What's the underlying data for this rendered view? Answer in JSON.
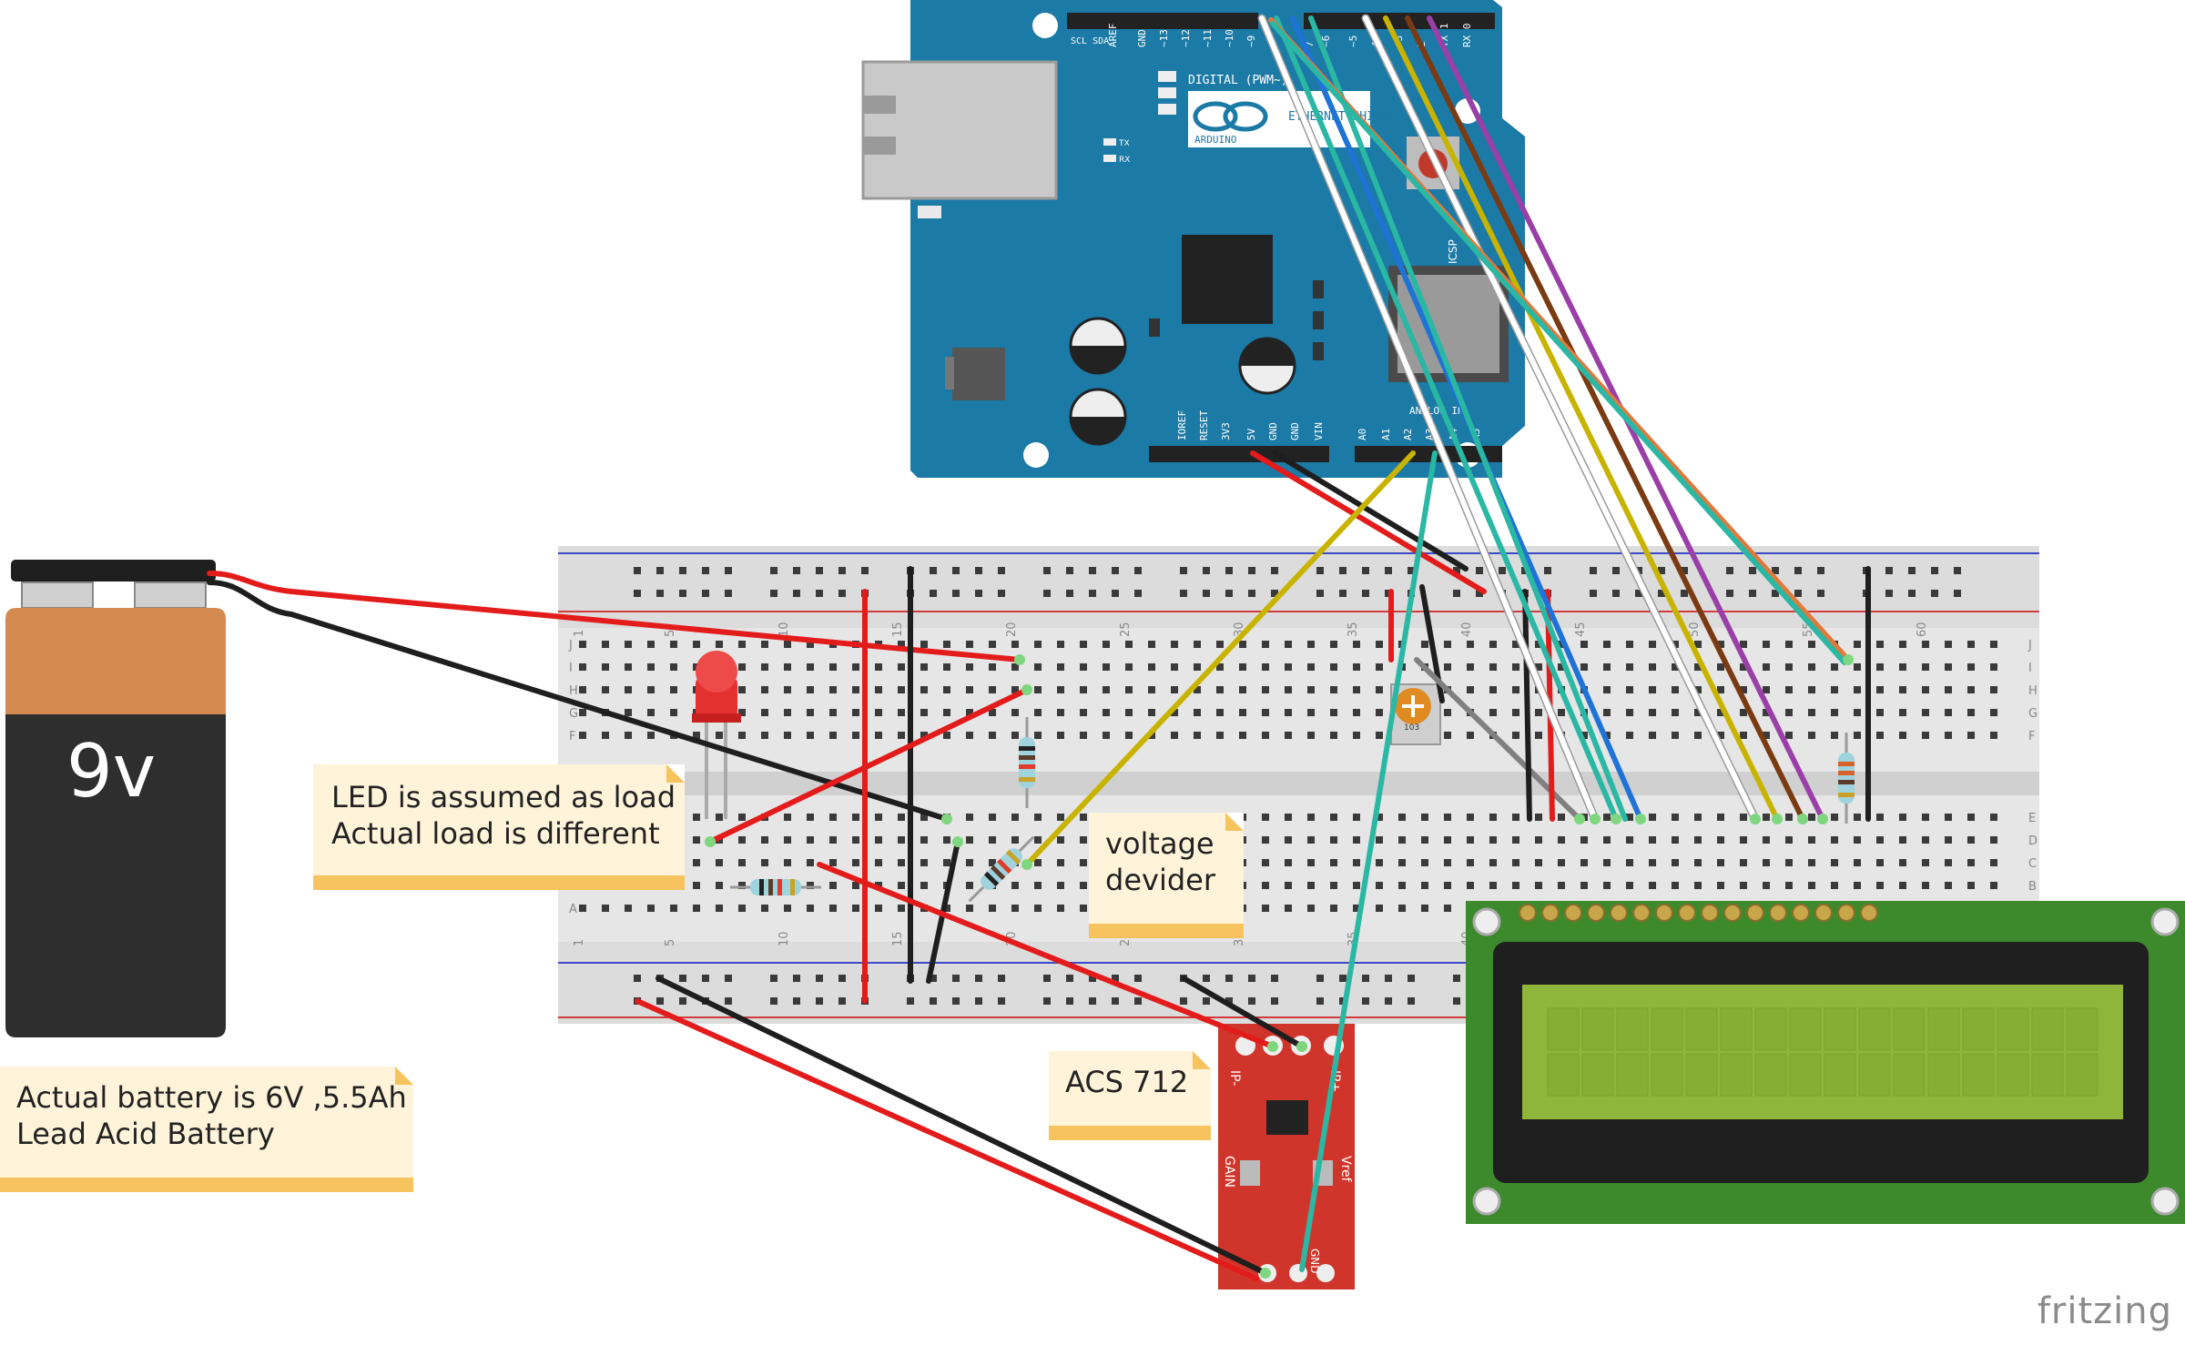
{
  "battery": {
    "label": "9v"
  },
  "notes": {
    "led": "LED is assumed as load\nActual  load is different",
    "battery": "Actual battery is 6V ,5.5Ah\nLead Acid Battery",
    "divider": "voltage\ndevider",
    "sensor": "ACS 712"
  },
  "arduino": {
    "brand": "ARDUINO",
    "shield": "ETHERNET SHIELD",
    "digital_label": "DIGITAL (PWM~)",
    "analog_label": "ANALOG IN",
    "top_pins": [
      "SCL",
      "SDA",
      "AREF",
      "GND",
      "~13",
      "~12",
      "~11",
      "~10",
      "~9",
      "8",
      "7",
      "~6",
      "~5",
      "4",
      "~3",
      "2",
      "TX 1",
      "RX 0"
    ],
    "bottom_pins": [
      "IOREF",
      "RESET",
      "3V3",
      "5V",
      "GND",
      "GND",
      "VIN",
      "A0",
      "A1",
      "A2",
      "A3",
      "A4",
      "A5"
    ],
    "tx": "TX",
    "rx": "RX",
    "icsp": "ICSP"
  },
  "breadboard": {
    "column_numbers": [
      "1",
      "5",
      "10",
      "15",
      "20",
      "25",
      "30",
      "35",
      "40",
      "45",
      "50",
      "55",
      "60"
    ],
    "row_letters_top": [
      "J",
      "I",
      "H",
      "G",
      "F"
    ],
    "row_letters_bottom": [
      "E",
      "D",
      "C",
      "B",
      "A"
    ]
  },
  "sensor_board": {
    "pins_top": [
      "IP-",
      "IP+"
    ],
    "pins_side": [
      "GAIN",
      "Vref"
    ],
    "pins_bottom": [
      "GND"
    ]
  },
  "potentiometer": {
    "label": "103"
  },
  "footer": {
    "brand": "fritzing"
  },
  "colors": {
    "arduino_blue": "#1b7aa6",
    "breadboard": "#e6e6e6",
    "lcd_pcb": "#3c8a2c",
    "lcd_screen": "#8fb63b",
    "sensor_red": "#d0352b",
    "note_bg": "#fff3d9",
    "note_bar": "#f7c35f",
    "wire_red": "#e31b1b",
    "wire_black": "#1e1e1e"
  }
}
